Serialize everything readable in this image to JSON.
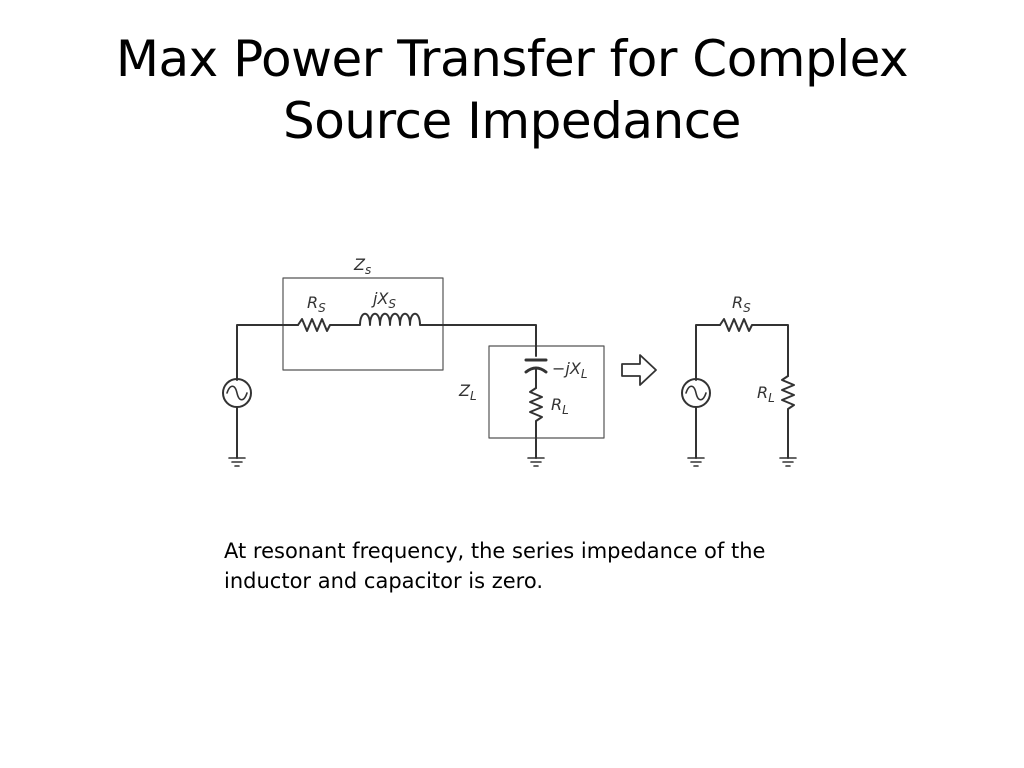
{
  "slide": {
    "title_line1": "Max Power Transfer for Complex",
    "title_line2": "Source Impedance",
    "caption": "At resonant frequency, the series impedance of the inductor and capacitor is zero."
  },
  "diagram": {
    "left_circuit": {
      "source_box_label": {
        "main": "Z",
        "sub": "s"
      },
      "source_resistor": {
        "main": "R",
        "sub": "S"
      },
      "source_inductor": {
        "prefix": "j",
        "main": "X",
        "sub": "S"
      },
      "load_box_label": {
        "main": "Z",
        "sub": "L"
      },
      "load_capacitor": {
        "prefix": "−j",
        "main": "X",
        "sub": "L"
      },
      "load_resistor": {
        "main": "R",
        "sub": "L"
      }
    },
    "right_circuit": {
      "source_resistor": {
        "main": "R",
        "sub": "S"
      },
      "load_resistor": {
        "main": "R",
        "sub": "L"
      }
    },
    "colors": {
      "line": "#333333",
      "box": "#555555"
    }
  }
}
